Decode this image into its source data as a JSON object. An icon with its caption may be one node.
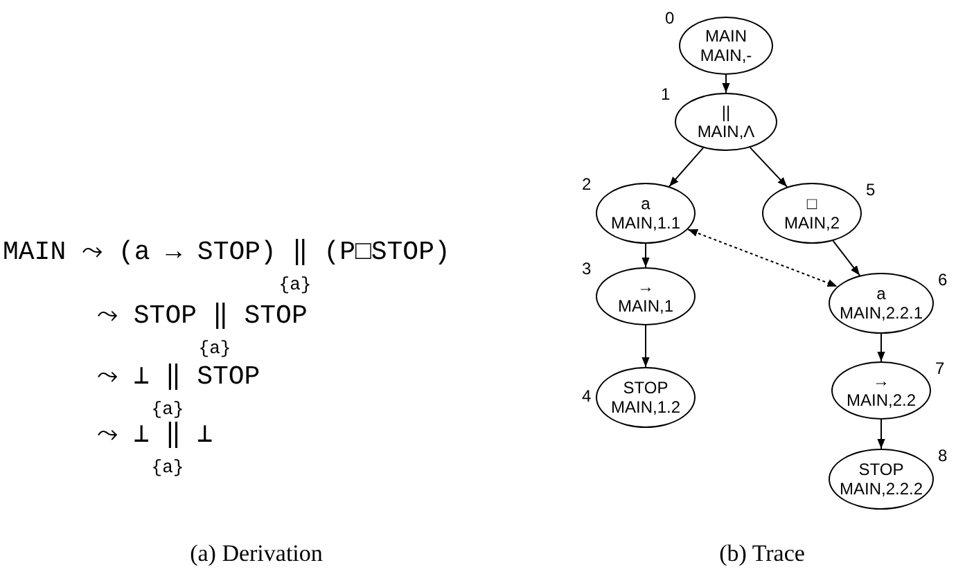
{
  "diagram": {
    "nodes": [
      {
        "text": [
          "MAIN",
          "MAIN,-"
        ],
        "beside": [
          "0"
        ]
      },
      {
        "text": [
          "||",
          "MAIN,Λ"
        ],
        "beside": [
          "1"
        ]
      },
      {
        "text": [
          "a",
          "MAIN,1.1"
        ],
        "beside": [
          "2"
        ]
      },
      {
        "text": [
          "→",
          "MAIN,1"
        ],
        "beside": [
          "3"
        ]
      },
      {
        "text": [
          "STOP",
          "MAIN,1.2"
        ],
        "beside": [
          "4"
        ]
      },
      {
        "text": [
          "□",
          "MAIN,2"
        ],
        "beside": [
          "5"
        ]
      },
      {
        "text": [
          "a",
          "MAIN,2.2.1"
        ],
        "beside": [
          "6"
        ]
      },
      {
        "text": [
          "→",
          "MAIN,2.2"
        ],
        "beside": [
          "7"
        ]
      },
      {
        "text": [
          "STOP",
          "MAIN,2.2.2"
        ],
        "beside": [
          "8"
        ]
      }
    ],
    "edges": [
      {
        "from": 0,
        "to": 1,
        "arrow": "to"
      },
      {
        "from": 1,
        "to": 2,
        "arrow": "to"
      },
      {
        "from": 1,
        "to": 5,
        "arrow": "to"
      },
      {
        "from": 2,
        "to": 3,
        "arrow": "to"
      },
      {
        "from": 3,
        "to": 4,
        "arrow": "to"
      },
      {
        "from": 5,
        "to": 6,
        "arrow": "to"
      },
      {
        "from": 2,
        "to": 6,
        "arrow": "both",
        "style": "dashed"
      },
      {
        "from": 6,
        "to": 7,
        "arrow": "to"
      },
      {
        "from": 7,
        "to": 8,
        "arrow": "to"
      }
    ],
    "labels": [
      "MAIN ⤳ (a → STOP) ‖ (P□STOP)",
      "{a}",
      "⤳ STOP ‖ STOP",
      "{a}",
      "⤳ ⊥ ‖ STOP",
      "{a}",
      "⤳ ⊥ ‖ ⊥",
      "{a}",
      "(a) Derivation",
      "(b) Trace"
    ]
  }
}
